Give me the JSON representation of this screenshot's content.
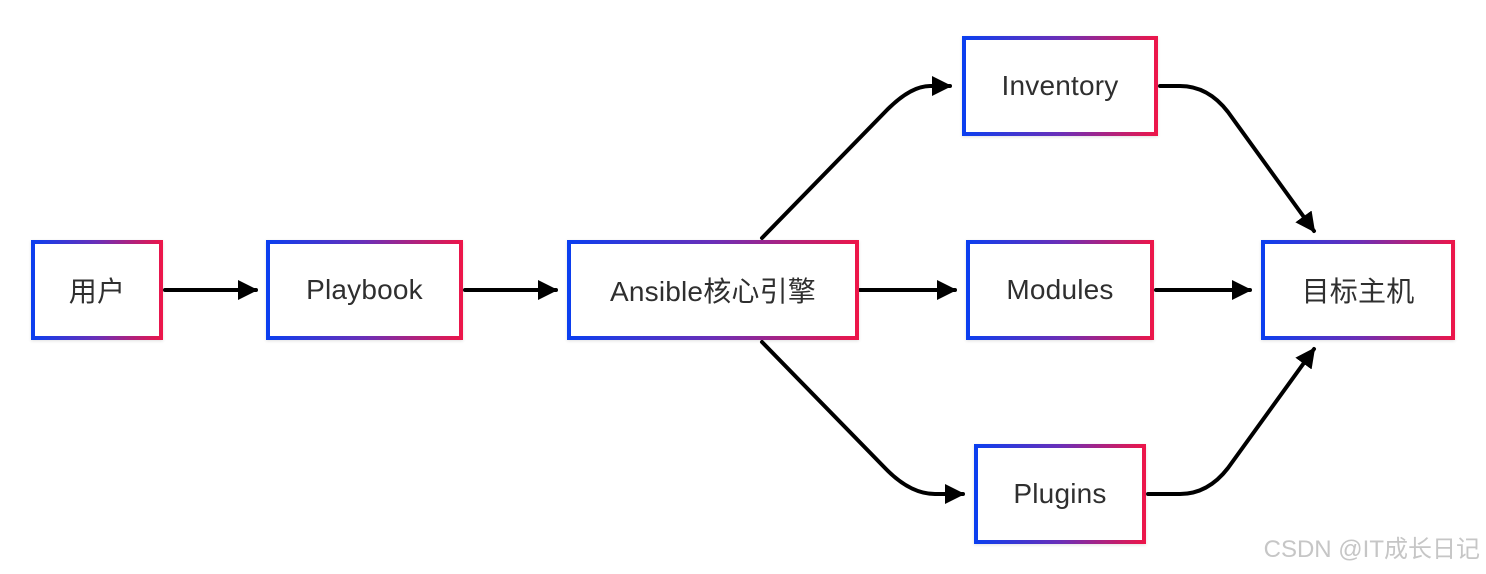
{
  "nodes": {
    "user": "用户",
    "playbook": "Playbook",
    "core": "Ansible核心引擎",
    "inventory": "Inventory",
    "modules": "Modules",
    "plugins": "Plugins",
    "targets": "目标主机"
  },
  "edges": [
    {
      "from": "user",
      "to": "playbook"
    },
    {
      "from": "playbook",
      "to": "core"
    },
    {
      "from": "core",
      "to": "inventory"
    },
    {
      "from": "core",
      "to": "modules"
    },
    {
      "from": "core",
      "to": "plugins"
    },
    {
      "from": "inventory",
      "to": "targets"
    },
    {
      "from": "modules",
      "to": "targets"
    },
    {
      "from": "plugins",
      "to": "targets"
    }
  ],
  "style": {
    "border_gradient": [
      "#0a3ff0",
      "#ee1548"
    ],
    "edge_color": "#000000"
  },
  "watermark": "CSDN @IT成长日记"
}
